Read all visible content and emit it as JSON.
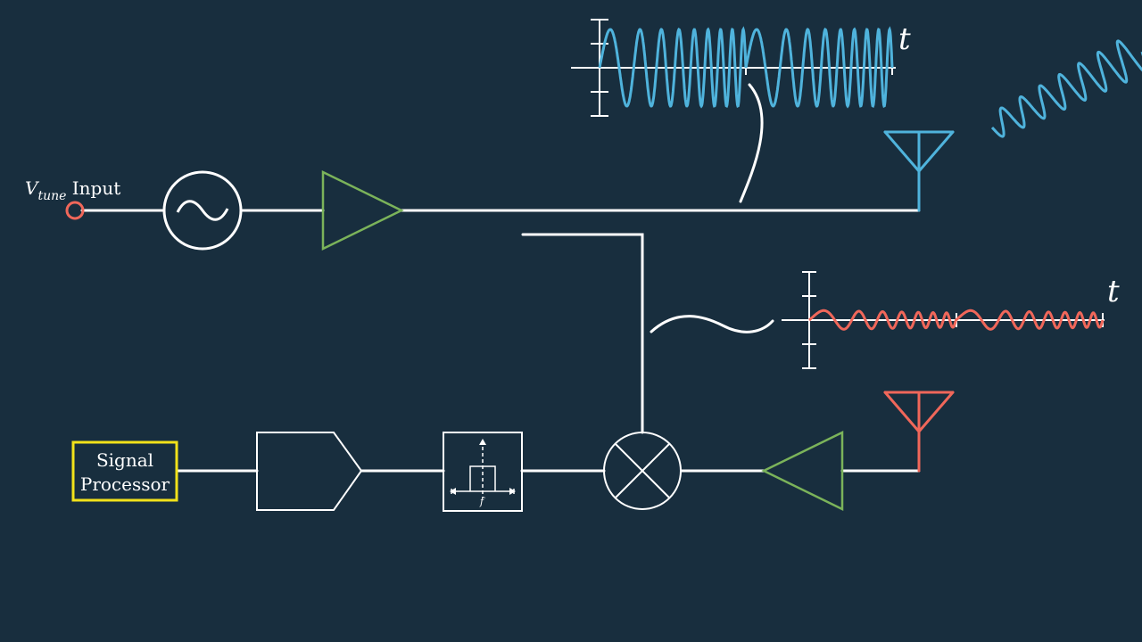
{
  "diagram": {
    "title": "FMCW radar block diagram",
    "labels": {
      "vtune_main": "V",
      "vtune_sub": "tune",
      "vtune_suffix": " Input",
      "signal_processor_line1": "Signal",
      "signal_processor_line2": "Processor",
      "tx_time_axis": "t",
      "rx_time_axis": "t",
      "filter_freq_axis": "f"
    },
    "colors": {
      "background": "#182e3e",
      "wire": "#ffffff",
      "transmit": "#4fb3dc",
      "receive": "#f0675a",
      "amplifier": "#7bb35a",
      "processor_border": "#f2e21a",
      "input_terminal": "#f0675a"
    },
    "components": [
      "vtune-input-terminal",
      "voltage-controlled-oscillator",
      "transmit-amplifier",
      "transmit-antenna",
      "receive-antenna",
      "low-noise-amplifier",
      "mixer",
      "bandpass-filter",
      "adc",
      "signal-processor"
    ]
  }
}
